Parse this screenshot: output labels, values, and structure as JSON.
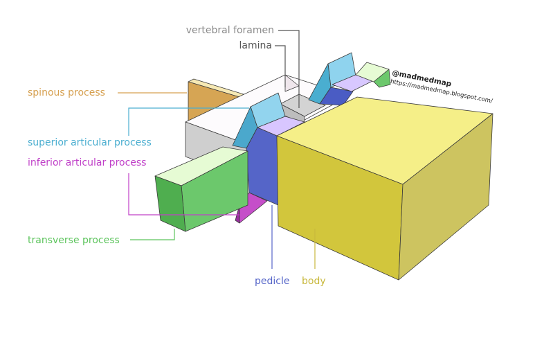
{
  "labels": {
    "vertebral_foramen": "vertebral foramen",
    "lamina": "lamina",
    "spinous_process": "spinous process",
    "superior_articular_process": "superior articular process",
    "inferior_articular_process": "inferior articular process",
    "transverse_process": "transverse process",
    "pedicle": "pedicle",
    "body": "body"
  },
  "credit": {
    "handle": "@madmedmap",
    "url": "https://madmedmap.blogspot.com/"
  },
  "colors": {
    "vertebral_foramen": "#8a8a8a",
    "lamina": "#555555",
    "spinous_process": "#d6a050",
    "superior_articular_process": "#4aaed0",
    "inferior_articular_process": "#c040c8",
    "transverse_process": "#5cc45c",
    "pedicle": "#5565c8",
    "body": "#c8b83c"
  }
}
